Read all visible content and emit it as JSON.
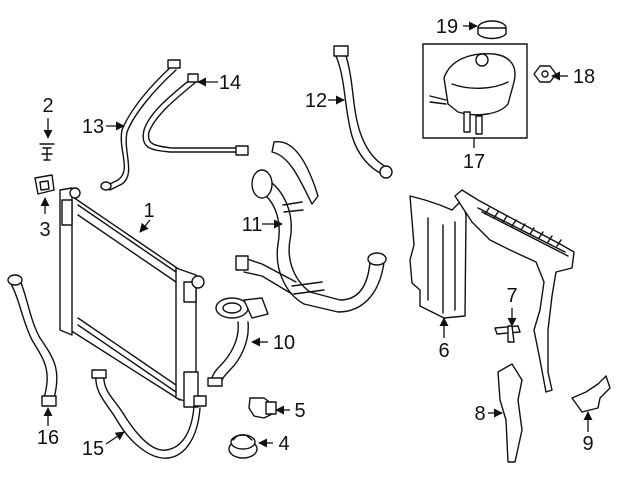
{
  "callouts": [
    {
      "id": 1,
      "label": "1"
    },
    {
      "id": 2,
      "label": "2"
    },
    {
      "id": 3,
      "label": "3"
    },
    {
      "id": 4,
      "label": "4"
    },
    {
      "id": 5,
      "label": "5"
    },
    {
      "id": 6,
      "label": "6"
    },
    {
      "id": 7,
      "label": "7"
    },
    {
      "id": 8,
      "label": "8"
    },
    {
      "id": 9,
      "label": "9"
    },
    {
      "id": 10,
      "label": "10"
    },
    {
      "id": 11,
      "label": "11"
    },
    {
      "id": 12,
      "label": "12"
    },
    {
      "id": 13,
      "label": "13"
    },
    {
      "id": 14,
      "label": "14"
    },
    {
      "id": 15,
      "label": "15"
    },
    {
      "id": 16,
      "label": "16"
    },
    {
      "id": 17,
      "label": "17"
    },
    {
      "id": 18,
      "label": "18"
    },
    {
      "id": 19,
      "label": "19"
    }
  ]
}
